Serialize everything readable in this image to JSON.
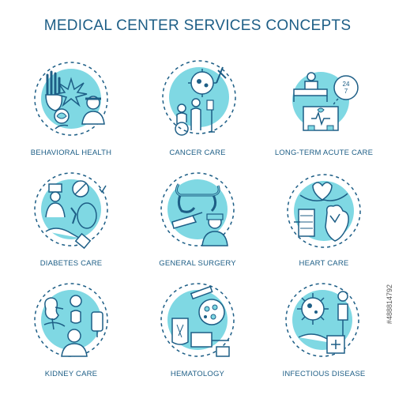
{
  "title": "MEDICAL CENTER SERVICES CONCEPTS",
  "colors": {
    "accent": "#7fd8e3",
    "stroke": "#1d5e86",
    "text": "#1d5e86"
  },
  "stock_id": "#488814792",
  "concepts": [
    {
      "label": "BEHAVIORAL HEALTH",
      "icon": "behavioral-health-icon"
    },
    {
      "label": "CANCER CARE",
      "icon": "cancer-care-icon"
    },
    {
      "label": "LONG-TERM ACUTE CARE",
      "icon": "long-term-acute-care-icon"
    },
    {
      "label": "DIABETES CARE",
      "icon": "diabetes-care-icon"
    },
    {
      "label": "GENERAL SURGERY",
      "icon": "general-surgery-icon"
    },
    {
      "label": "HEART CARE",
      "icon": "heart-care-icon"
    },
    {
      "label": "KIDNEY CARE",
      "icon": "kidney-care-icon"
    },
    {
      "label": "HEMATOLOGY",
      "icon": "hematology-icon"
    },
    {
      "label": "INFECTIOUS DISEASE",
      "icon": "infectious-disease-icon"
    }
  ]
}
